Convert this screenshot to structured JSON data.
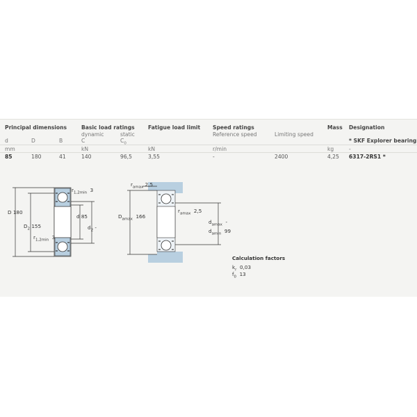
{
  "headers": {
    "principal_dimensions": "Principal dimensions",
    "basic_load_ratings": "Basic load ratings",
    "fatigue_load_limit": "Fatigue load limit",
    "speed_ratings": "Speed ratings",
    "mass": "Mass",
    "designation": "Designation"
  },
  "subheaders": {
    "dynamic": "dynamic",
    "static": "static",
    "reference_speed": "Reference speed",
    "limiting_speed": "Limiting speed",
    "explorer_note": "* SKF Explorer bearing"
  },
  "symbols": {
    "d": "d",
    "D": "D",
    "B": "B",
    "C": "C",
    "C0": "C",
    "C0_sub": "0"
  },
  "units": {
    "mm": "mm",
    "kN1": "kN",
    "kN2": "kN",
    "rmin": "r/min",
    "kg": "kg",
    "dash": "-"
  },
  "row": {
    "d": "85",
    "D": "180",
    "B": "41",
    "C": "140",
    "C0": "96,5",
    "Pu": "3,55",
    "ref_speed": "-",
    "lim_speed": "2400",
    "mass": "4,25",
    "designation": "6317-2RS1 *"
  },
  "drawing1": {
    "r12min_top_label": "r",
    "r12min_top_sub": "1,2min",
    "r12min_top_val": "3",
    "D_label": "D",
    "D_val": "180",
    "d_label": "d",
    "d_val": "85",
    "D2_label": "D",
    "D2_sub": "2",
    "D2_val": "155",
    "d2_label": "d",
    "d2_sub": "2",
    "d2_val": "-",
    "r12min_bot_label": "r",
    "r12min_bot_sub": "1,2min",
    "r12min_bot_val": "3"
  },
  "drawing2": {
    "ramax_top_label": "r",
    "ramax_top_sub": "amax",
    "ramax_top_val": "2,5",
    "ramax_mid_label": "r",
    "ramax_mid_sub": "amax",
    "ramax_mid_val": "2,5",
    "Damax_label": "D",
    "Damax_sub": "amax",
    "Damax_val": "166",
    "damax_label": "d",
    "damax_sub": "amax",
    "damax_val": "-",
    "damin_label": "d",
    "damin_sub": "amin",
    "damin_val": "99"
  },
  "calc": {
    "title": "Calculation factors",
    "kr_label": "k",
    "kr_sub": "r",
    "kr_val": "0,03",
    "f0_label": "f",
    "f0_sub": "0",
    "f0_val": "13"
  },
  "colors": {
    "panel": "#f4f4f2",
    "housing": "#b8cfe0",
    "outline": "#333333"
  }
}
